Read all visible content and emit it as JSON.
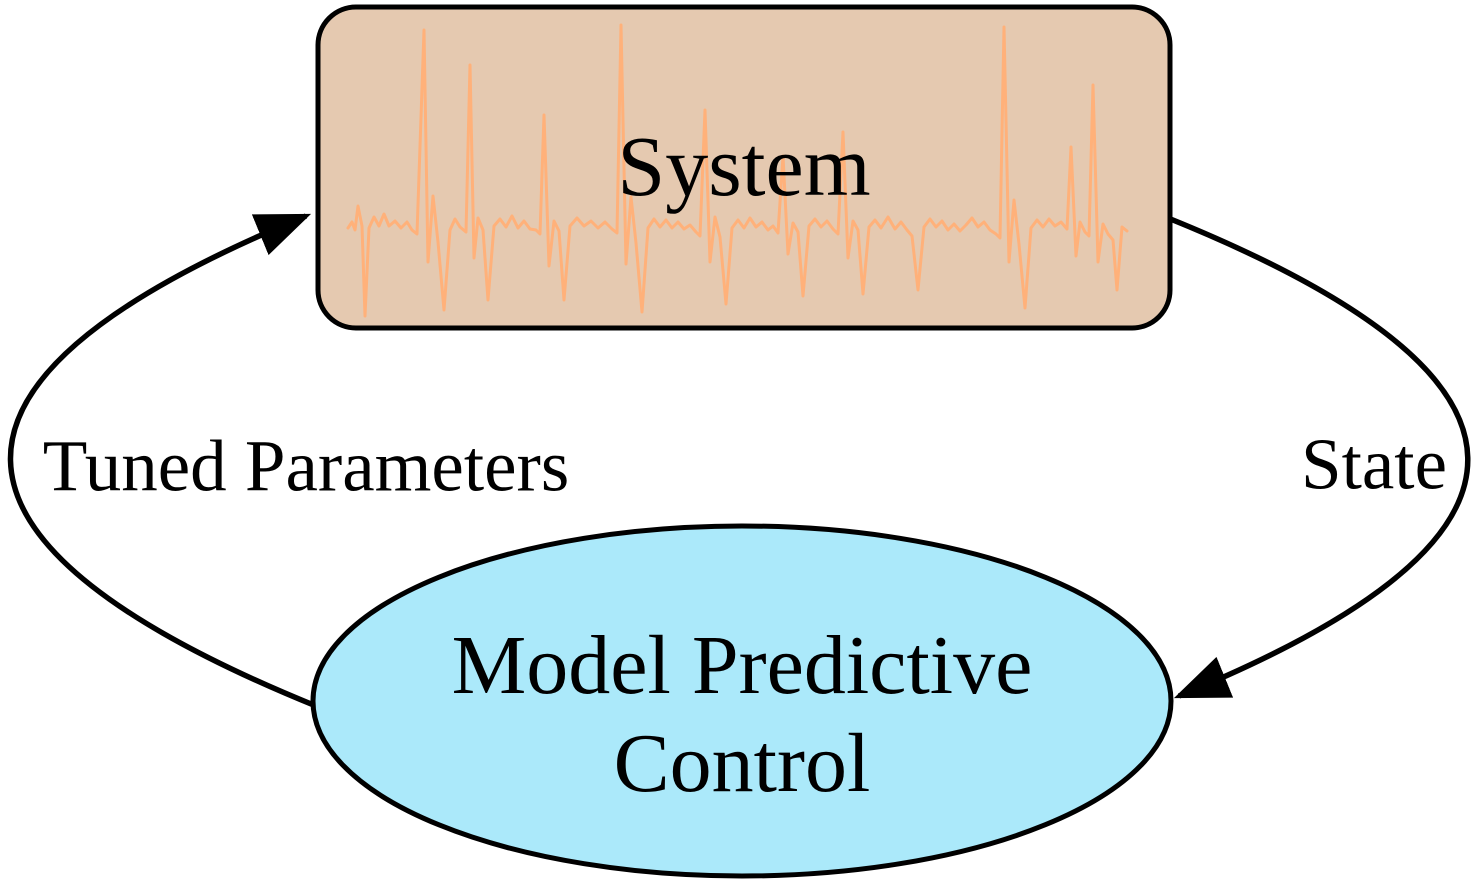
{
  "diagram": {
    "type": "feedback-loop",
    "colors": {
      "background": "#ffffff",
      "system_fill": "#e5c9b0",
      "signal": "#ffb17a",
      "mpc_fill": "#abe9fa",
      "stroke": "#000000",
      "text": "#000000"
    },
    "nodes": {
      "system": {
        "label": "System",
        "shape": "rounded-rectangle"
      },
      "mpc": {
        "label": "Model Predictive Control",
        "label_line1": "Model Predictive",
        "label_line2": "Control",
        "shape": "ellipse"
      }
    },
    "edges": {
      "tuned_parameters": {
        "label": "Tuned Parameters",
        "from": "mpc",
        "to": "system"
      },
      "state": {
        "label": "State",
        "from": "system",
        "to": "mpc"
      }
    }
  }
}
